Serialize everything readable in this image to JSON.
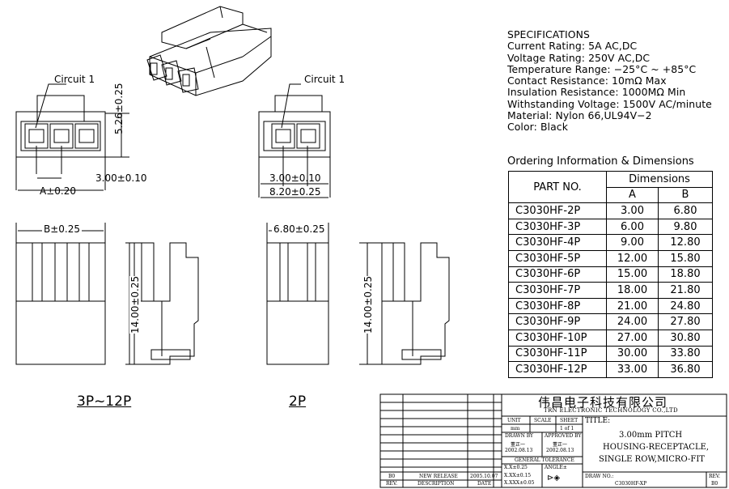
{
  "specifications": {
    "heading": "SPECIFICATIONS",
    "lines": [
      "Current Rating: 5A AC,DC",
      "Voltage Rating: 250V AC,DC",
      "Temperature Range: −25°C ~ +85°C",
      "Contact Resistance: 10mΩ Max",
      "Insulation Resistance: 1000MΩ Min",
      "Withstanding Voltage: 1500V AC/minute",
      "Material: Nylon 66,UL94V−2",
      "Color: Black"
    ]
  },
  "ordering": {
    "title": "Ordering Information & Dimensions",
    "part_header": "PART NO.",
    "dim_header": "Dimensions",
    "col_a": "A",
    "col_b": "B",
    "rows": [
      [
        "C3030HF-2P",
        "3.00",
        "6.80"
      ],
      [
        "C3030HF-3P",
        "6.00",
        "9.80"
      ],
      [
        "C3030HF-4P",
        "9.00",
        "12.80"
      ],
      [
        "C3030HF-5P",
        "12.00",
        "15.80"
      ],
      [
        "C3030HF-6P",
        "15.00",
        "18.80"
      ],
      [
        "C3030HF-7P",
        "18.00",
        "21.80"
      ],
      [
        "C3030HF-8P",
        "21.00",
        "24.80"
      ],
      [
        "C3030HF-9P",
        "24.00",
        "27.80"
      ],
      [
        "C3030HF-10P",
        "27.00",
        "30.80"
      ],
      [
        "C3030HF-11P",
        "30.00",
        "33.80"
      ],
      [
        "C3030HF-12P",
        "33.00",
        "36.80"
      ]
    ]
  },
  "drawing": {
    "circuit_label_left": "Circuit 1",
    "circuit_label_right": "Circuit 1",
    "height_dim_front": "5.26±0.25",
    "pitch_left": "3.00±0.10",
    "width_a": "A±0.20",
    "pitch_right": "3.00±0.10",
    "width_right": "8.20±0.25",
    "width_b": "B±0.25",
    "width_side_2p": "6.80±0.25",
    "height_left": "14.00±0.25",
    "height_right": "14.00±0.25",
    "caption_multi": "3P~12P",
    "caption_2p": "2P"
  },
  "title_block": {
    "company_cn": "伟昌电子科技有限公司",
    "company_en": "TRN ELECTRONIC TECHNOLOGY CO.,LTD",
    "unit_label": "UNIT",
    "unit_value": "mm",
    "scale_label": "SCALE",
    "sheet_label": "SHEET",
    "sheet_value": "1 of 1",
    "title_label": "TITLE:",
    "title_lines": [
      "3.00mm PITCH",
      "HOUSING-RECEPTACLE,",
      "SINGLE ROW,MICRO-FIT"
    ],
    "drawn_by_label": "DRAWN BY",
    "drawn_by_name": "董正一",
    "drawn_date": "2002.08.13",
    "approved_by_label": "APPROVED BY",
    "approved_by_name": "董正一",
    "approved_date": "2002.08.13",
    "tolerance_label": "GENERAL TOLERANCE",
    "tol_1": "X.X±0.25",
    "tol_2": "X.XX±0.15",
    "tol_3": "X.XXX±0.05",
    "angle_label": "ANGLE±",
    "rev_code": "B0",
    "rev_desc": "NEW RELEASE",
    "rev_date": "2005.10.07",
    "rev_header": "REV.",
    "desc_header": "DESCRIPTION",
    "date_header": "DATE",
    "drawing_no_label": "DRAW NO.:",
    "drawing_no": "C3030HF-XP",
    "rev_label": "REV.",
    "rev_value": "B0"
  }
}
